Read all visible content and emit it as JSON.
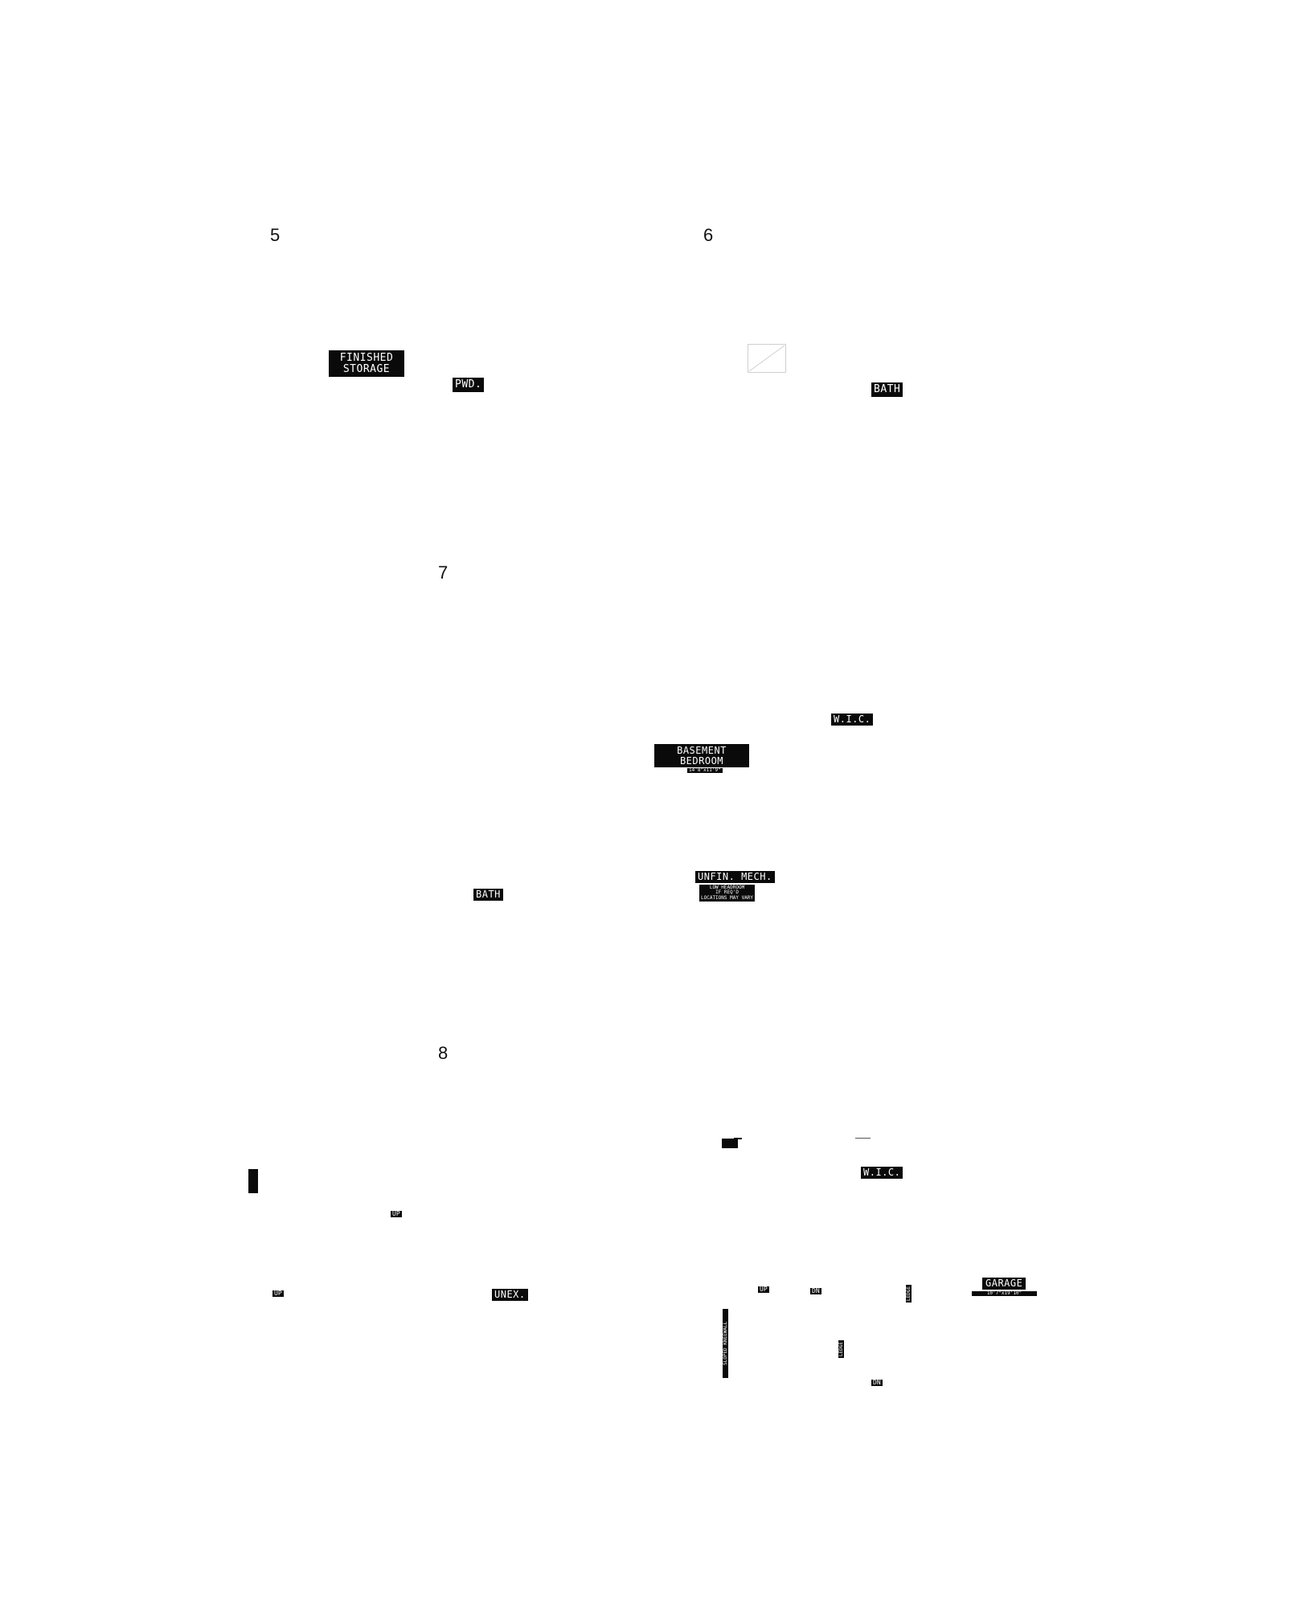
{
  "plans": {
    "p5": {
      "number": "5",
      "labels": {
        "finished_storage_l1": "FINISHED",
        "finished_storage_l2": "STORAGE",
        "pwd": "PWD."
      }
    },
    "p6": {
      "number": "6",
      "labels": {
        "bath": "BATH"
      }
    },
    "p7": {
      "number": "7",
      "labels": {
        "wic": "W.I.C.",
        "basement_l1": "BASEMENT",
        "basement_l2": "BEDROOM",
        "basement_dim": "14'8\"x11'9\"",
        "bath": "BATH",
        "unfin_mech": "UNFIN. MECH.",
        "mech_note1": "LOW HEADROOM",
        "mech_note2": "IF REQ'D",
        "mech_note3": "LOCATIONS MAY VARY"
      }
    },
    "p8": {
      "number": "8",
      "labels": {
        "up_1": "UP",
        "up_2": "UP",
        "unex": "UNEX.",
        "wic": "W.I.C.",
        "up_3": "UP",
        "dn_1": "DN",
        "ledge_1": "LEDGE",
        "ledge_2": "LEDGE",
        "sloped_kneewall": "SLOPED KNEEWALL",
        "garage": "GARAGE",
        "garage_dim": "10'7\"x19'10\"",
        "dn_2": "DN"
      }
    }
  }
}
